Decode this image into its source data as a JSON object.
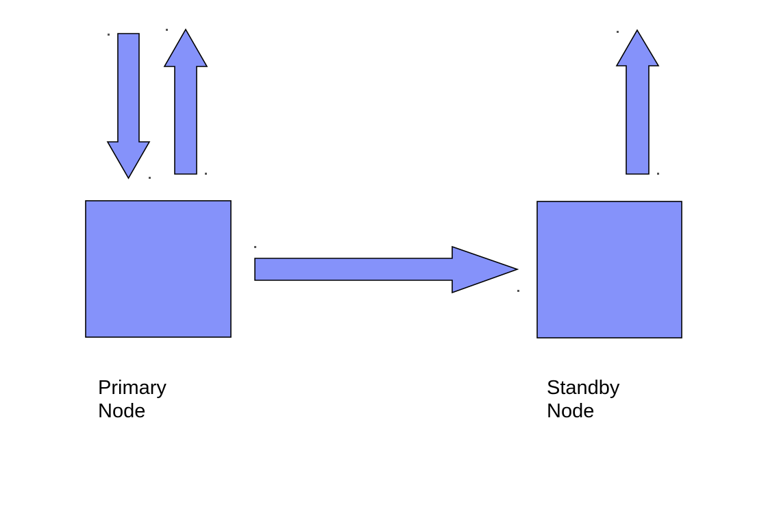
{
  "diagram": {
    "colors": {
      "canvas_background": "#ffffff",
      "shape_fill": "#8592FA",
      "shape_stroke": "#000000",
      "label_color": "#000000",
      "artifact_dot": "#555555"
    },
    "nodes": [
      {
        "id": "primary",
        "label": "Primary\nNode"
      },
      {
        "id": "standby",
        "label": "Standby\nNode"
      }
    ],
    "arrows": [
      {
        "name": "primary-down-arrow",
        "direction": "down"
      },
      {
        "name": "primary-up-arrow",
        "direction": "up"
      },
      {
        "name": "primary-to-standby-arrow",
        "direction": "right"
      },
      {
        "name": "standby-up-arrow",
        "direction": "up"
      }
    ]
  }
}
